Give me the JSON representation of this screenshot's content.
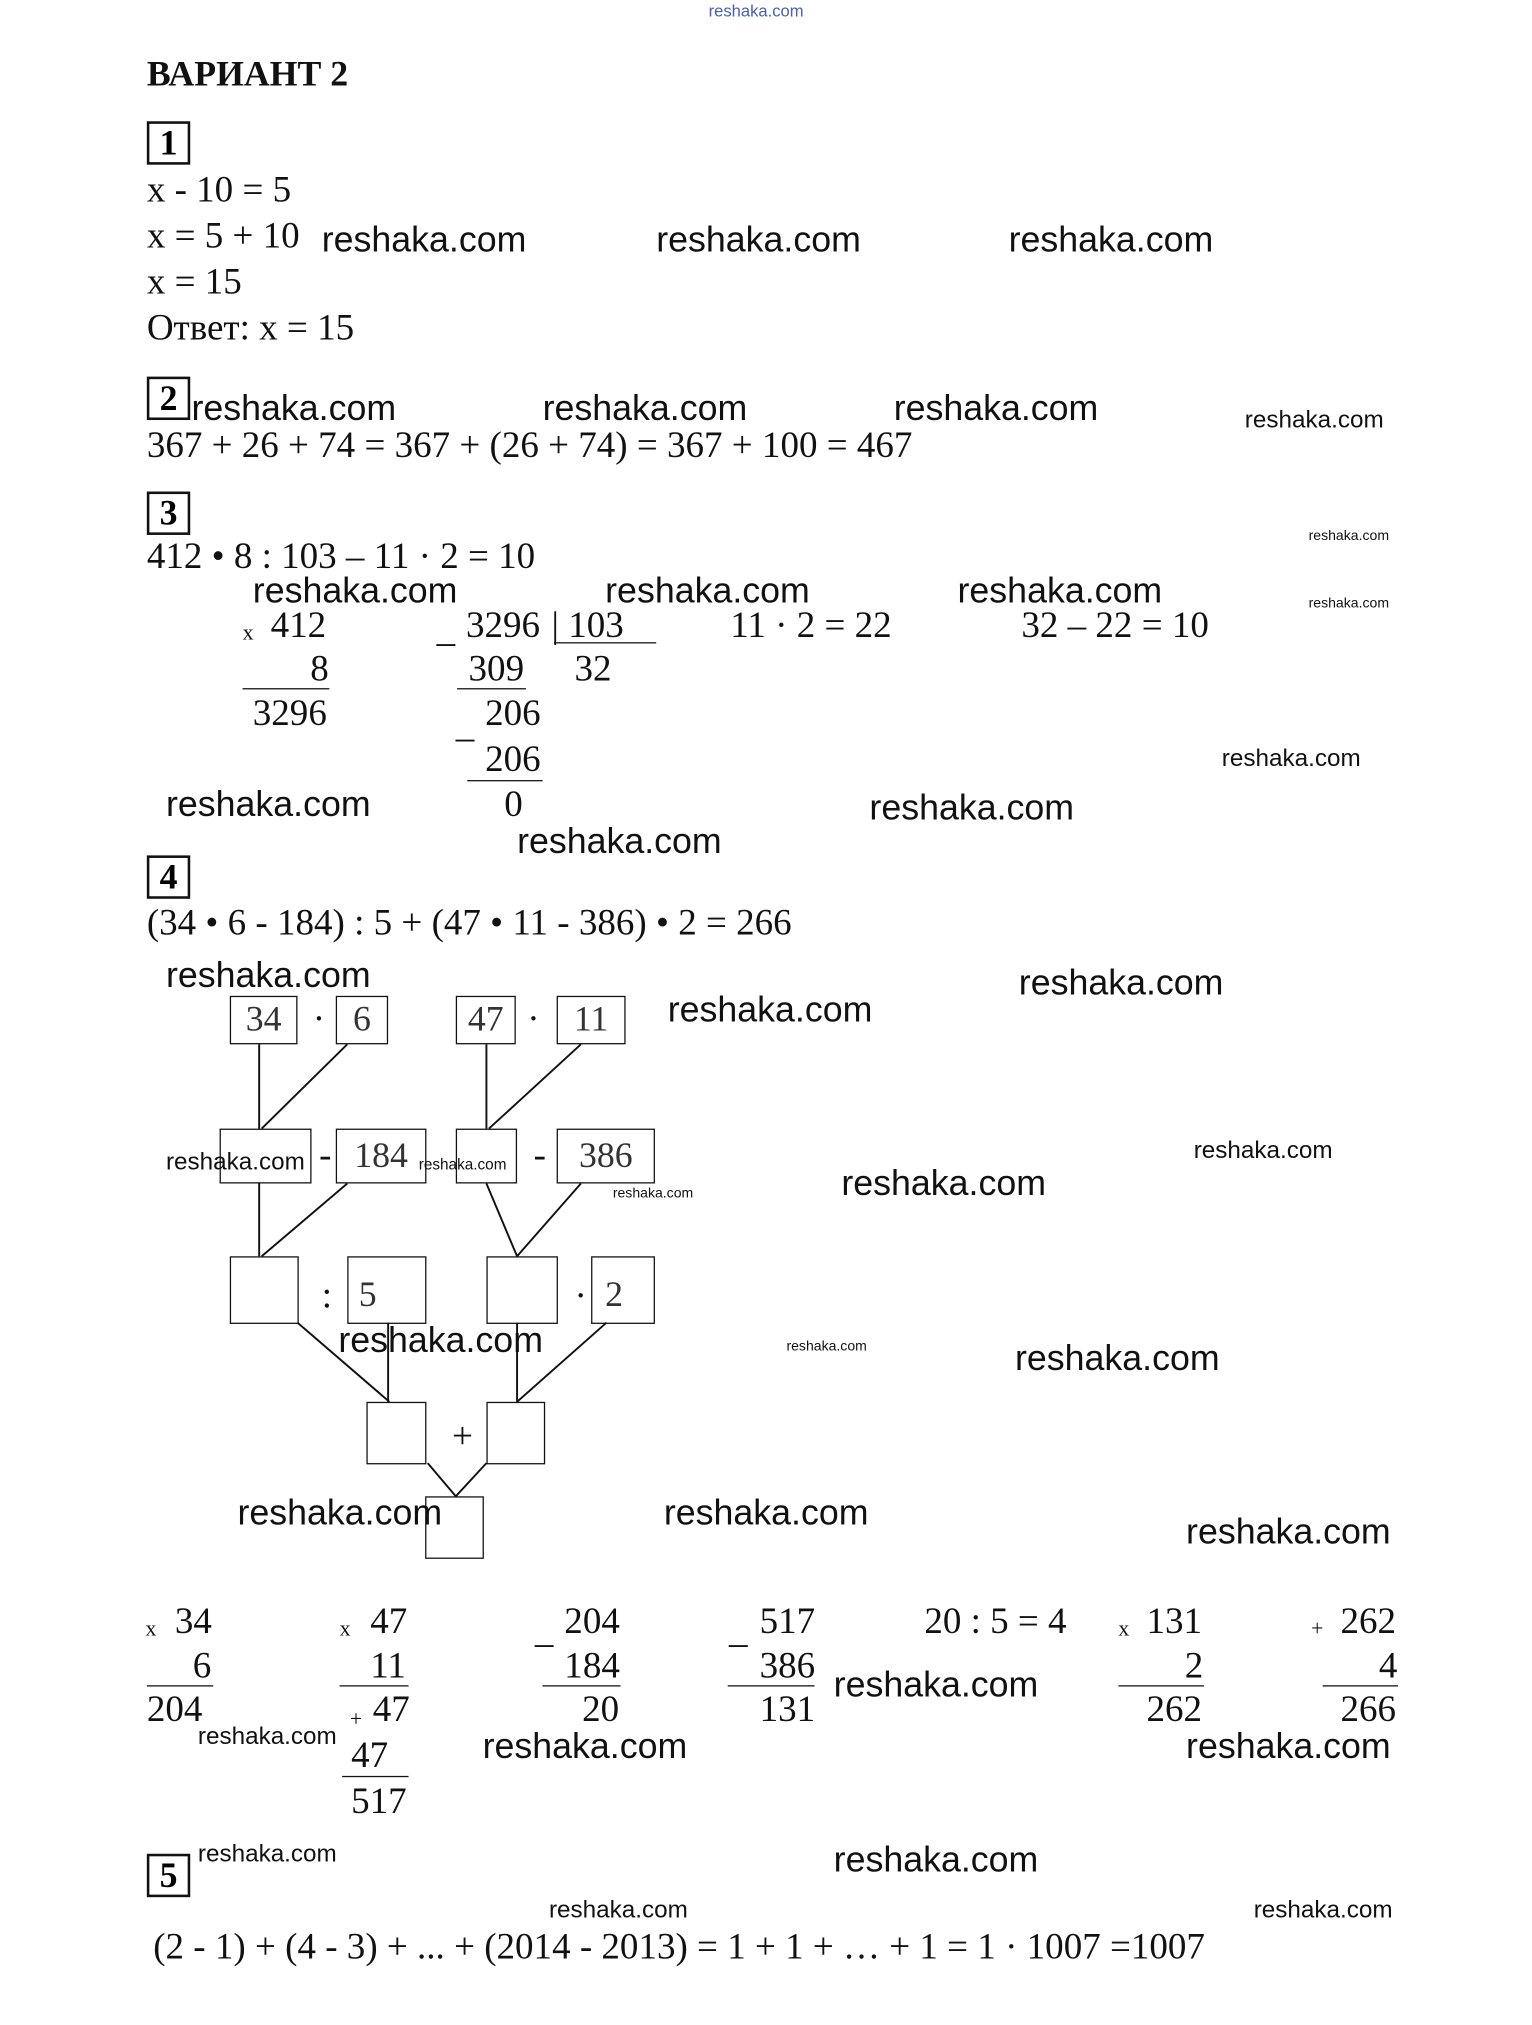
{
  "watermark": "reshaka.com",
  "title": "ВАРИАНТ 2",
  "task_numbers": [
    "1",
    "2",
    "3",
    "4",
    "5"
  ],
  "t1": {
    "lines": [
      "x - 10 = 5",
      "x = 5 + 10",
      "x = 15",
      "Ответ: x = 15"
    ]
  },
  "t2": {
    "line": "367 + 26 + 74 = 367 + (26 + 74) = 367 + 100 = 467"
  },
  "t3": {
    "line": "412 • 8 : 103 – 11 · 2 = 10",
    "mult": {
      "sign": "x",
      "a": "412",
      "b": "8",
      "result": "3296"
    },
    "div": {
      "dividend": "3296",
      "divisor": "| 103",
      "sub1": "309",
      "quotient": "32",
      "rem1": "206",
      "sub2": "206",
      "rem": "0",
      "minus": "_"
    },
    "step3": "11 · 2 = 22",
    "step4": "32 – 22 = 10"
  },
  "t4": {
    "line": "(34 • 6 - 184) : 5 + (47 • 11 - 386) • 2 = 266",
    "tree": {
      "b34": "34",
      "b6": "6",
      "b47": "47",
      "b11": "11",
      "b184": "184",
      "b386": "386",
      "b5": "5",
      "b2": "2",
      "dot": "·",
      "minus": "-",
      "colon": ":",
      "plus": "+"
    },
    "calcs": [
      {
        "sign": "x",
        "a": "34",
        "b": "6",
        "r": "204"
      },
      {
        "sign": "x",
        "a": "47",
        "b": "11",
        "p": "+",
        "c": "47",
        "d": "47",
        "r": "517"
      },
      {
        "sign": "_",
        "a": "204",
        "b": "184",
        "r": "20"
      },
      {
        "sign": "_",
        "a": "517",
        "b": "386",
        "r": "131"
      },
      {
        "expr": "20 : 5 = 4"
      },
      {
        "sign": "x",
        "a": "131",
        "b": "2",
        "r": "262"
      },
      {
        "sign": "+",
        "a": "262",
        "b": "4",
        "r": "266"
      }
    ]
  },
  "t5": {
    "line": "(2 - 1) + (4 - 3) + ... + (2014 - 2013) = 1 + 1 + … + 1 = 1 · 1007 =1007"
  }
}
